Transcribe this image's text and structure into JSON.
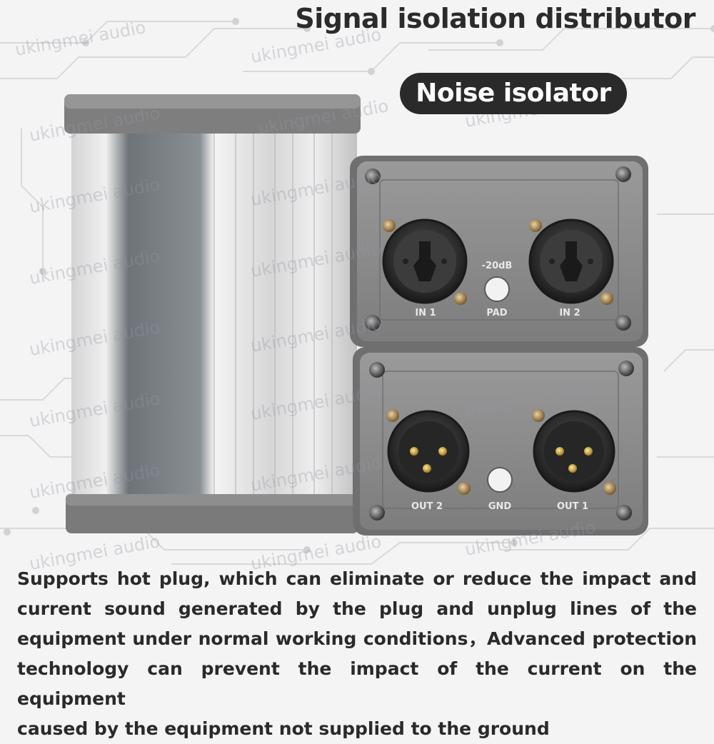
{
  "header": {
    "title": "Signal isolation distributor",
    "badge": "Noise isolator"
  },
  "watermark": "ukingmei audio",
  "panel_top": {
    "port_left": "IN 1",
    "button_label": "PAD",
    "button_sublabel": "-20dB",
    "port_right": "IN 2"
  },
  "panel_bottom": {
    "port_left": "OUT 2",
    "button_label": "GND",
    "port_right": "OUT 1"
  },
  "description": {
    "line1": "Supports hot plug, which can eliminate or reduce the impact and",
    "line2": "current sound generated by the plug and unplug lines of the",
    "line3": "equipment under normal working conditions，Advanced protection",
    "line4": "technology can prevent the impact of the current on the equipment",
    "line5": "caused by the equipment not supplied to the ground"
  },
  "colors": {
    "background": "#f4f4f4",
    "badge_bg": "#2a2a2a",
    "panel_gray": "#8f8f8f",
    "aluminum": "#c9c9c9"
  }
}
